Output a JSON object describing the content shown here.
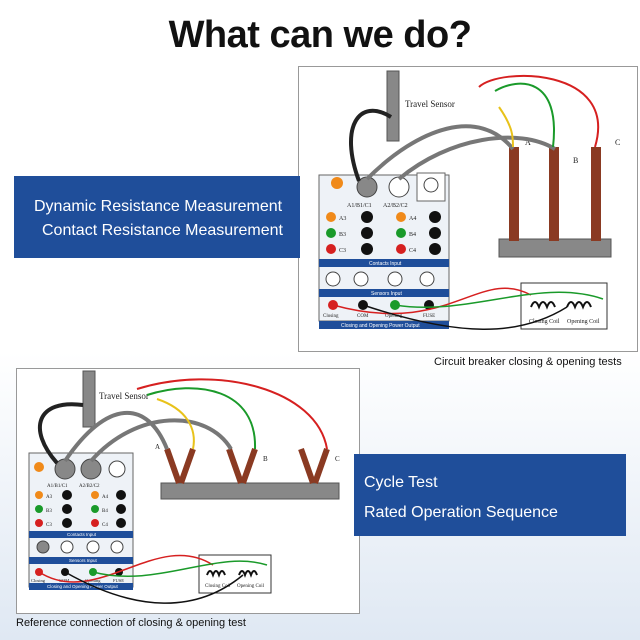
{
  "title": "What can we do?",
  "box1": {
    "line1": "Dynamic Resistance Measurement",
    "line2": "Contact Resistance Measurement"
  },
  "box2": {
    "line1": "Cycle Test",
    "line2": "Rated Operation Sequence"
  },
  "caption1": "Circuit breaker closing & opening tests",
  "caption2": "Reference connection of closing & opening test",
  "diagram": {
    "travel_sensor": "Travel Sensor",
    "phase_a": "A",
    "phase_b": "B",
    "phase_c": "C",
    "channel_a": "A1/B1/C1",
    "channel_b": "A2/B2/C2",
    "a3": "A3",
    "a4": "A4",
    "b3": "B3",
    "b4": "B4",
    "c3": "C3",
    "c4": "C4",
    "contacts_input": "Contacts Input",
    "sensors_input": "Sensors Input",
    "closing": "Closing",
    "com": "COM",
    "opening": "Opening",
    "fuse": "FUSE",
    "output_label": "Closing and Opening Power Output",
    "closing_coil": "Closing Coil",
    "opening_coil": "Opening Coil"
  },
  "colors": {
    "brand_blue": "#1f4e9a",
    "wire_red": "#d62020",
    "wire_green": "#1a9a2a",
    "wire_yellow": "#e8c21a",
    "insulator": "#8a3a22"
  }
}
